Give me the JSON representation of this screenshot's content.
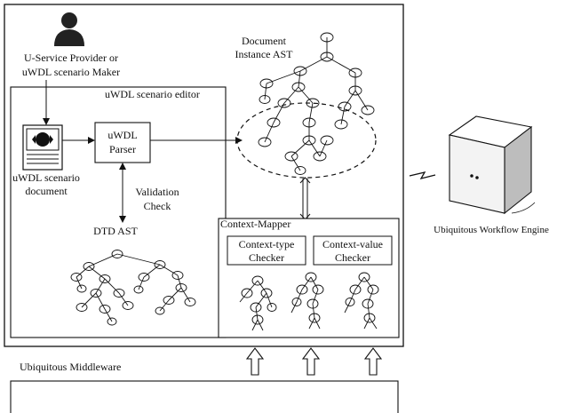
{
  "actor": {
    "icon": "user-icon",
    "line1": "U-Service Provider or",
    "line2": "uWDL scenario Maker"
  },
  "editor": {
    "title": "uWDL scenario editor",
    "document": {
      "icon": "document-icon",
      "line1": "uWDL scenario",
      "line2": "document"
    },
    "parser": {
      "line1": "uWDL",
      "line2": "Parser"
    },
    "validation": {
      "line1": "Validation",
      "line2": "Check"
    },
    "dtd_ast": "DTD AST"
  },
  "instance_ast": {
    "line1": "Document",
    "line2": "Instance AST"
  },
  "context_mapper": {
    "title": "Context-Mapper",
    "type_checker": {
      "line1": "Context-type",
      "line2": "Checker"
    },
    "value_checker": {
      "line1": "Context-value",
      "line2": "Checker"
    }
  },
  "engine": {
    "icon": "server-icon",
    "label": "Ubiquitous Workflow Engine"
  },
  "middleware": {
    "label": "Ubiquitous Middleware"
  },
  "colors": {
    "line": "#111111",
    "background": "#ffffff"
  }
}
